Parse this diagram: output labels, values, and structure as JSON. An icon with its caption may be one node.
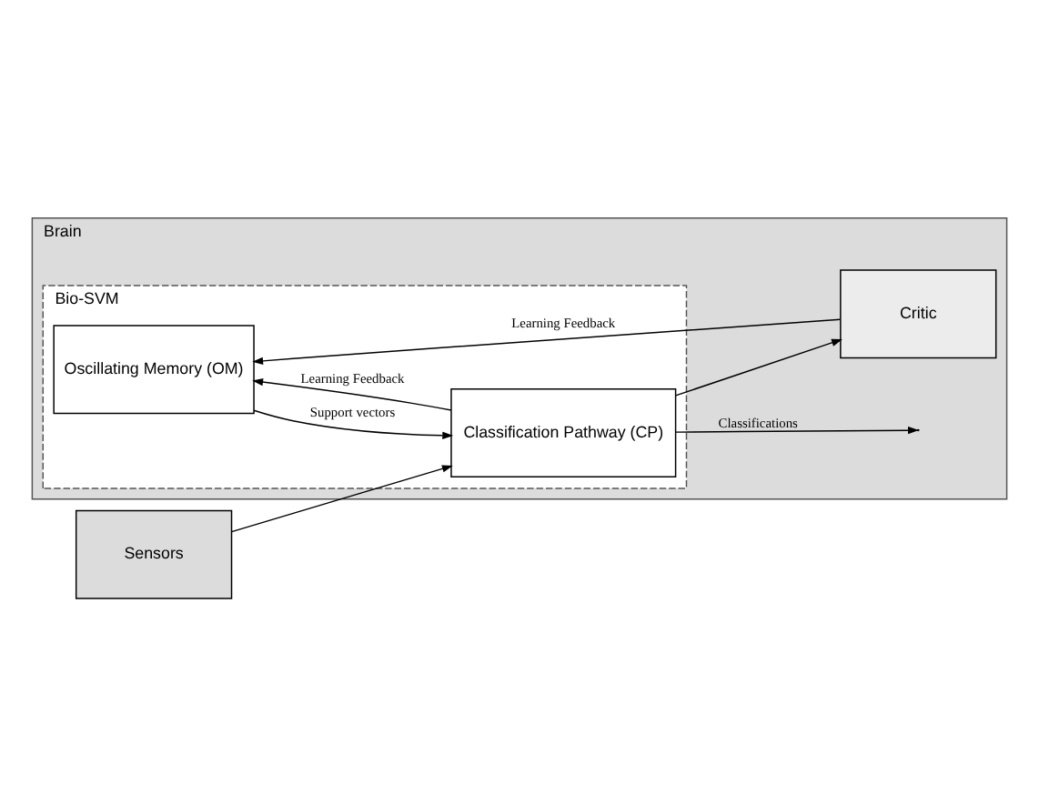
{
  "diagram": {
    "nodes": [
      {
        "text": [
          "Brain"
        ]
      },
      {
        "text": [
          "Bio-SVM"
        ],
        "in": 0
      },
      {
        "text": [
          "Oscillating Memory (OM)"
        ],
        "in": 1
      },
      {
        "text": [
          "Classification Pathway (CP)"
        ],
        "in": 1
      },
      {
        "text": [
          "Critic"
        ],
        "in": 0
      },
      {
        "text": [
          "Sensors"
        ]
      }
    ],
    "edges": [
      {
        "from": 5,
        "to": 3,
        "arrow": "to"
      },
      {
        "from": 3,
        "to": 2,
        "arrow": "to",
        "label": "Learning Feedback"
      },
      {
        "from": 2,
        "to": 3,
        "arrow": "to",
        "label": "Support vectors"
      },
      {
        "from": 4,
        "to": 2,
        "arrow": "to",
        "label": "Learning Feedback"
      },
      {
        "from": 3,
        "to": null,
        "arrow": "to",
        "label": "Classifications"
      },
      {
        "from": 3,
        "to": 4,
        "arrow": "to"
      }
    ]
  }
}
